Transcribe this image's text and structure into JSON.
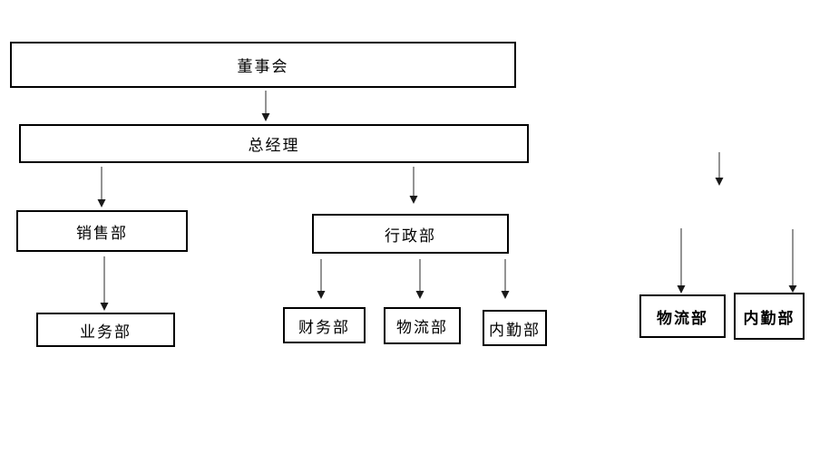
{
  "diagram": {
    "type": "org-chart",
    "background_color": "#ffffff",
    "box_border_color": "#000000",
    "text_color": "#000000",
    "arrow_stem_color": "#7a7a7a",
    "arrow_head_color": "#1a1a1a",
    "nodes": {
      "board": {
        "label": "董事会"
      },
      "general_manager": {
        "label": "总经理"
      },
      "sales": {
        "label": "销售部"
      },
      "business": {
        "label": "业务部"
      },
      "admin": {
        "label": "行政部"
      },
      "finance": {
        "label": "财务部"
      },
      "logistics": {
        "label": "物流部"
      },
      "back_office": {
        "label": "内勤部"
      },
      "logistics_right": {
        "label": "物流部"
      },
      "back_office_right": {
        "label": "内勤部"
      }
    },
    "edges": [
      {
        "from": "board",
        "to": "general_manager"
      },
      {
        "from": "general_manager",
        "to": "sales"
      },
      {
        "from": "general_manager",
        "to": "admin"
      },
      {
        "from": "sales",
        "to": "business"
      },
      {
        "from": "admin",
        "to": "finance"
      },
      {
        "from": "admin",
        "to": "logistics"
      },
      {
        "from": "admin",
        "to": "back_office"
      },
      {
        "from": null,
        "to": null
      },
      {
        "from": null,
        "to": "logistics_right"
      },
      {
        "from": null,
        "to": "back_office_right"
      }
    ]
  }
}
